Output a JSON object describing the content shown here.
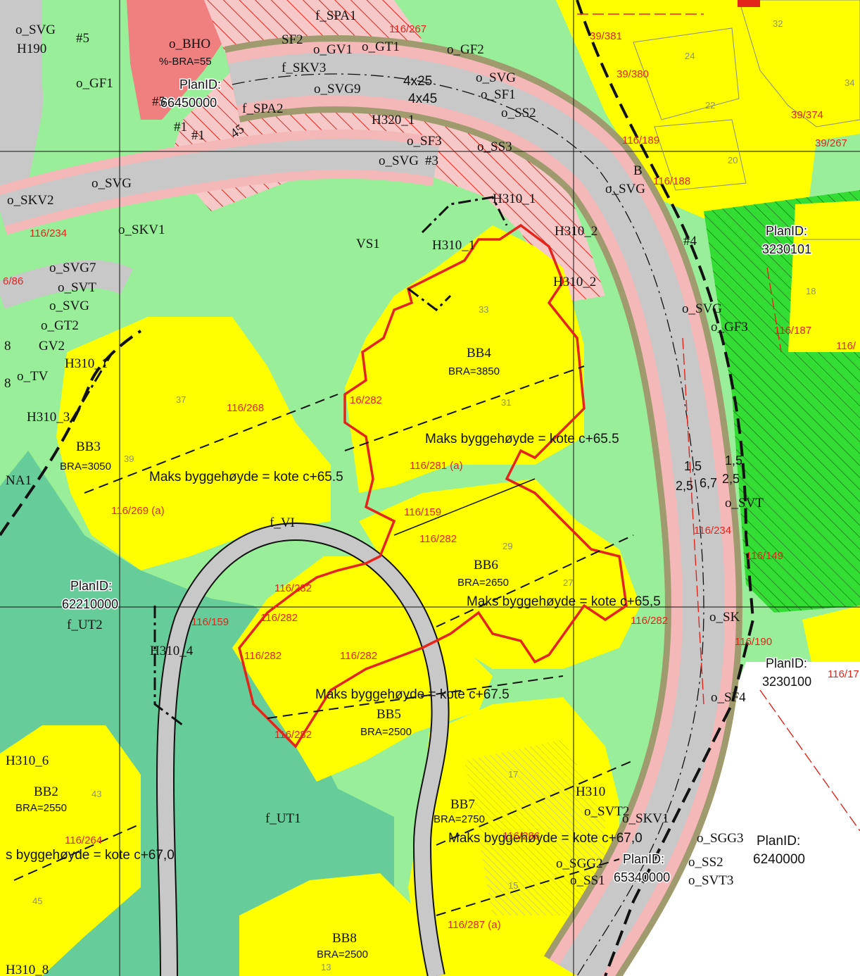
{
  "labels": {
    "planid_1": "PlanID:",
    "planid_1_num": "66450000",
    "planid_2": "PlanID:",
    "planid_2_num": "3230101",
    "planid_3": "PlanID:",
    "planid_3_num": "62210000",
    "planid_4": "PlanID:",
    "planid_4_num": "3230100",
    "planid_5": "PlanID:",
    "planid_5_num": "65340000",
    "planid_6": "PlanID:",
    "planid_6_num": "6240000",
    "bb3": "BB3",
    "bb3_bra": "BRA=3050",
    "bb4": "BB4",
    "bb4_bra": "BRA=3850",
    "bb5": "BB5",
    "bb5_bra": "BRA=2500",
    "bb6": "BB6",
    "bb6_bra": "BRA=2650",
    "bb7": "BB7",
    "bb7_bra": "BRA=2750",
    "bb2": "BB2",
    "bb2_bra": "BRA=2550",
    "bb8": "BB8",
    "bb8_bra": "BRA=2500",
    "maks_bb3": "Maks byggehøyde = kote c+65.5",
    "maks_bb4": "Maks byggehøyde = kote c+65.5",
    "maks_bb6": "Maks byggehøyde = kote c+65,5",
    "maks_bb5": "Maks byggehøyde = kote c+67.5",
    "maks_bb7": "Maks byggehøyde = kote c+67,0",
    "maks_bb2": "s byggehøyde = kote c+67,0",
    "vs1": "VS1",
    "f_ut1": "f_UT1",
    "f_ut2": "f_UT2",
    "f_vi": "f_VI",
    "gv2": "GV2",
    "o_svg_1": "o_SVG",
    "o_svg_2": "o_SVG",
    "o_svg_3": "o_SVG",
    "o_svg_4": "o_SVG",
    "o_svg_5": "o_SVG",
    "o_svg7": "o_SVG7",
    "o_svg9": "o_SVG9",
    "o_svt": "o_SVT",
    "o_svt_2": "o_SVT",
    "o_svt2": "o_SVT2",
    "o_svt3": "o_SVT3",
    "o_svg_east": "o_SVG",
    "o_gf1": "o_GF1",
    "o_gf2": "o_GF2",
    "o_gf3": "o_GF3",
    "o_gt1": "o_GT1",
    "o_gt2": "o_GT2",
    "o_gv1": "o_GV1",
    "o_bho": "o_BHO",
    "bho_bra": "%-BRA=55",
    "f_spa1": "f_SPA1",
    "f_spa2": "f_SPA2",
    "o_skv1": "o_SKV1",
    "o_skv1_south": "o_SKV1",
    "o_skv2": "o_SKV2",
    "f_skv3": "f_SKV3",
    "o_sf1": "o_SF1",
    "o_sf2": "SF2",
    "o_sf3": "o_SF3",
    "o_sf4": "o_SF4",
    "o_ss1": "o_SS1",
    "o_ss2": "o_SS2",
    "o_ss2_top": "o_SS2",
    "o_ss3": "o_SS3",
    "o_sgg2": "o_SGG2",
    "o_sgg3": "o_SGG3",
    "o_sk": "o_SK",
    "h90": "H190",
    "h310_1": "H310_1",
    "h310_1b": "H310_1",
    "h310_2": "H310_2",
    "h310_2b": "H310_2",
    "h310_3": "H310_3",
    "h310_4": "H310_4",
    "h310_6": "H310_6",
    "h310_8": "H310_8",
    "h310_se": "H310",
    "h310_top": "H310_1",
    "h320_1": "H320_1",
    "hash5a": "#5",
    "hash5b": "#5",
    "hash1a": "#1",
    "hash1b": "#1",
    "hash3": "#3",
    "hash4": "#4",
    "dim_4x25a": "4x25",
    "dim_4x25b": "4x45",
    "dim_15a": "1,5",
    "dim_15b": "1,5",
    "dim_25a": "2,5",
    "dim_67": "6,7",
    "dim_25b": "2,5",
    "na1": "NA1",
    "n_45": "45",
    "bb_small": "B",
    "num_8a": "8",
    "num_8b": "8",
    "o_tv": "o_TV",
    "r_39_381": "39/381",
    "r_39_380": "39/380",
    "r_39_374": "39/374",
    "r_39_267": "39/267",
    "r_116_267": "116/267",
    "r_116_189": "116/189",
    "r_116_188": "116/188",
    "r_116_234": "116/234",
    "r_86": "6/86",
    "r_116_187": "116/187",
    "r_116_edge": "116/",
    "r_116_268": "116/268",
    "r_16_282": "16/282",
    "r_116_281": "116/281 (a)",
    "r_116_269": "116/269 (a)",
    "r_116_159a": "116/159",
    "r_116_282a": "116/282",
    "r_116_234b": "116/234",
    "r_116_149": "116/149",
    "r_116_282b": "116/282",
    "r_116_159b": "116/159",
    "r_116_282c": "116/282",
    "r_116_282d": "116/282",
    "r_116_282e": "116/282",
    "r_116_282f": "116/282",
    "r_116_282g": "116/282",
    "r_116_190": "116/190",
    "r_116_17": "116/17",
    "r_116_264": "116/264",
    "r_116_286": "116/286",
    "r_116_287": "116/287 (a)",
    "n_32": "32",
    "n_24": "24",
    "n_34": "34",
    "n_22": "22",
    "n_20": "20",
    "n_18": "18",
    "n_33": "33",
    "n_31": "31",
    "n_37": "37",
    "n_39": "39",
    "n_29": "29",
    "n_27": "27",
    "n_17": "17",
    "n_43": "43",
    "n_15": "15",
    "n_13": "13"
  },
  "colors": {
    "residential_yellow": "#ffff00",
    "open_green": "#99ee99",
    "park_teal": "#66cc99",
    "bright_green": "#33dd33",
    "road_gray": "#c8c8c8",
    "sidewalk_pink": "#f4b8b8",
    "verge_olive": "#a09b6e",
    "kindergarten_pink": "#f08080",
    "boundary_red": "#e3241b",
    "line_black": "#111111"
  },
  "icons": {
    "marker": "red-square-marker"
  }
}
